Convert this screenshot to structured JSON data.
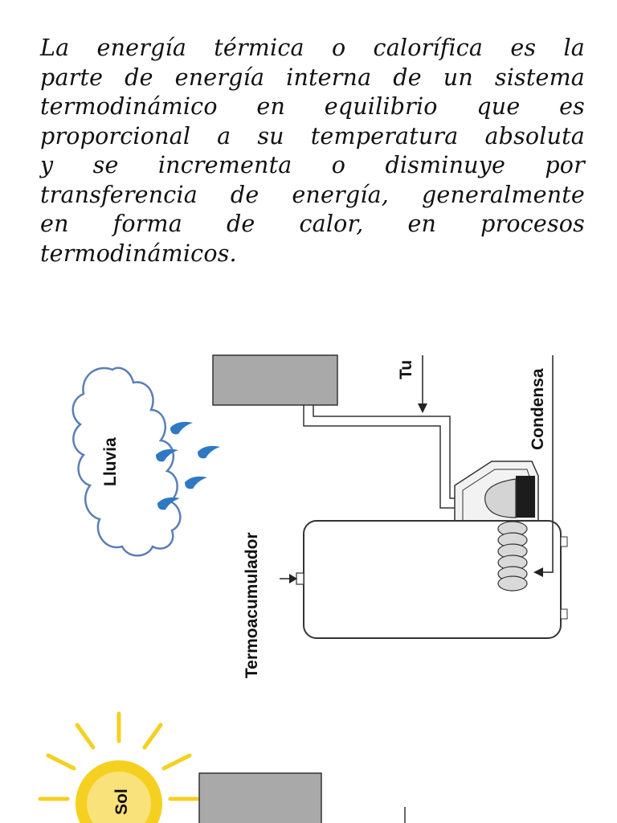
{
  "document": {
    "paragraph_lines": [
      "La energía térmica o calorífica es la",
      "parte de energía interna de un sistema",
      "termodinámico en equilibrio que es",
      "proporcional a su temperatura absoluta",
      "y se incrementa o disminuye por",
      "transferencia de energía, generalmente",
      "en forma de calor, en procesos",
      "termodinámicos."
    ]
  },
  "diagram": {
    "labels": {
      "rain": "Lluvia",
      "tank": "Termoacumulador",
      "tube": "Tu",
      "condenser": "Condensa",
      "sun": "Sol"
    },
    "colors": {
      "drop": "#2f78c4",
      "sun": "#f5d020",
      "sun_core": "#f9e27a",
      "gray_box": "#a9a9a9",
      "outline": "#333333"
    }
  }
}
